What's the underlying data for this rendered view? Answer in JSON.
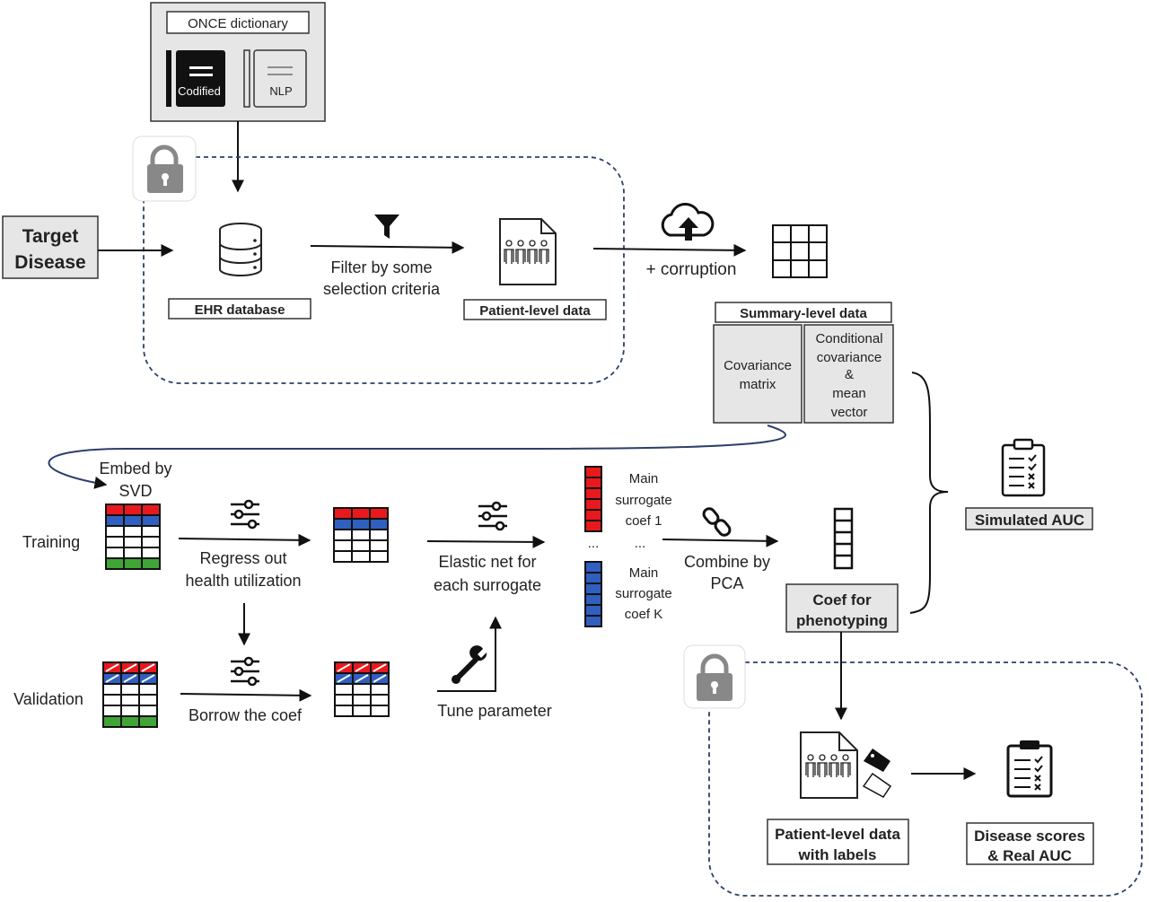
{
  "dictionary": {
    "title": "ONCE dictionary",
    "codified": "Codified",
    "nlp": "NLP"
  },
  "target": {
    "line1": "Target",
    "line2": "Disease"
  },
  "ehr": {
    "label": "EHR database"
  },
  "filter": {
    "line1": "Filter by some",
    "line2": "selection criteria"
  },
  "patient": {
    "label": "Patient-level data"
  },
  "corruption": {
    "label": "+ corruption"
  },
  "summary": {
    "title": "Summary-level data",
    "covariance": [
      "Covariance",
      "matrix"
    ],
    "conditional": [
      "Conditional",
      "covariance",
      "&",
      "mean",
      "vector"
    ]
  },
  "embed": {
    "line1": "Embed by",
    "line2": "SVD"
  },
  "rows": {
    "training": "Training",
    "validation": "Validation"
  },
  "regress": {
    "line1": "Regress out",
    "line2": "health utilization"
  },
  "borrow": {
    "label": "Borrow the coef"
  },
  "elastic": {
    "line1": "Elastic net for",
    "line2": "each surrogate"
  },
  "tune": {
    "label": "Tune parameter"
  },
  "surrogate1": [
    "Main",
    "surrogate",
    "coef 1"
  ],
  "surrogateK": [
    "Main",
    "surrogate",
    "coef K"
  ],
  "dots": "...",
  "combine": {
    "line1": "Combine by",
    "line2": "PCA"
  },
  "coef": {
    "line1": "Coef for",
    "line2": "phenotyping"
  },
  "simulated_auc": {
    "label": "Simulated AUC"
  },
  "labeled": {
    "line1": "Patient-level data",
    "line2": "with labels"
  },
  "scores": {
    "line1": "Disease scores",
    "line2": "& Real AUC"
  },
  "colors": {
    "red": "#e8191c",
    "blue": "#2f5fbf",
    "green": "#3fa535",
    "dash": "#2c3e6b",
    "panel": "#e6e6e6"
  }
}
